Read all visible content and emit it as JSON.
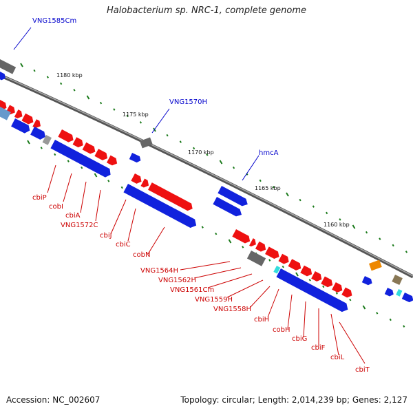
{
  "title": "Halobacterium sp. NRC-1, complete genome",
  "footer": {
    "accession": "Accession: NC_002607",
    "topology": "Topology: circular; Length: 2,014,239 bp; Genes: 2,127"
  },
  "kbp_markers": [
    "1180 kbp",
    "1175 kbp",
    "1170 kbp",
    "1165 kbp",
    "1160 kbp"
  ],
  "genes_blue_labels": [
    "VNG1585Cm",
    "VNG1570H",
    "hmcA"
  ],
  "genes_red_labels": [
    "cbiP",
    "cobI",
    "cbiA",
    "VNG1572C",
    "cbiJ",
    "cbiC",
    "cobN",
    "VNG1564H",
    "VNG1562H",
    "VNG1561Cm",
    "VNG1559H",
    "VNG1558H",
    "cbiH",
    "cobH",
    "cbiG",
    "cbiF",
    "cbiL",
    "cbiT"
  ],
  "colors": {
    "label_red": "#cc0000",
    "label_blue": "#0000cc",
    "gene_red": "#ee1111",
    "gene_blue": "#1122dd",
    "gene_gray": "#666666",
    "gene_cyan": "#33dddd",
    "gene_orange": "#ee8800",
    "backbone": "#888888",
    "tick": "#1a7a1a"
  }
}
